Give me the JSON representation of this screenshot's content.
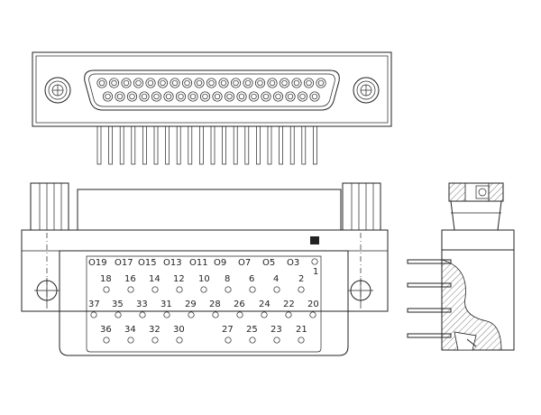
{
  "drawing": {
    "colors": {
      "line": "#222222",
      "background": "#ffffff"
    },
    "face_pins": {
      "top_row": [
        "O19",
        "O17",
        "O15",
        "O13",
        "O11",
        "O9",
        "O7",
        "O5",
        "O3"
      ],
      "top_right_label": "1",
      "row2": [
        "18",
        "16",
        "14",
        "12",
        "10",
        "8",
        "6",
        "4",
        "2"
      ],
      "row3": [
        "37",
        "35",
        "33",
        "31",
        "29",
        "28",
        "26",
        "24",
        "22",
        "20"
      ],
      "row4_left": [
        "36",
        "34",
        "32",
        "30"
      ],
      "row4_right": [
        "27",
        "25",
        "23",
        "21"
      ]
    }
  }
}
